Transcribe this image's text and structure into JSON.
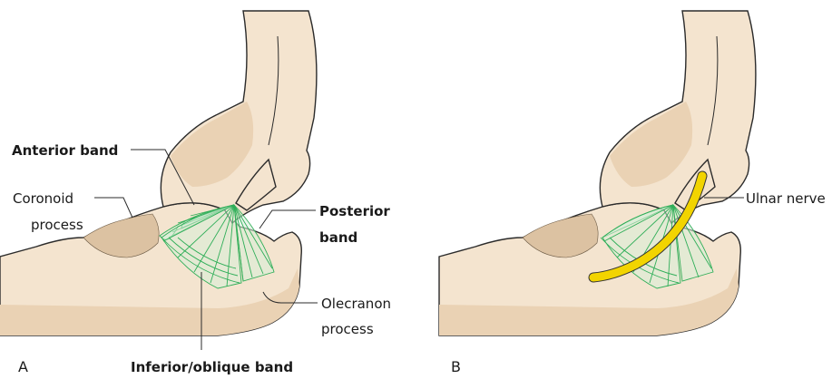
{
  "labels": {
    "anterior_band": "Anterior band",
    "coronoid_line1": "Coronoid",
    "coronoid_line2": "process",
    "posterior_line1": "Posterior",
    "posterior_line2": "band",
    "olecranon_line1": "Olecranon",
    "olecranon_line2": "process",
    "inferior_band": "Inferior/oblique band",
    "ulnar_nerve": "Ulnar nerve"
  },
  "panels": {
    "a": "A",
    "b": "B"
  },
  "colors": {
    "bone": "#f4e4cf",
    "ligament": "#2fae58",
    "nerve": "#f2d400"
  }
}
